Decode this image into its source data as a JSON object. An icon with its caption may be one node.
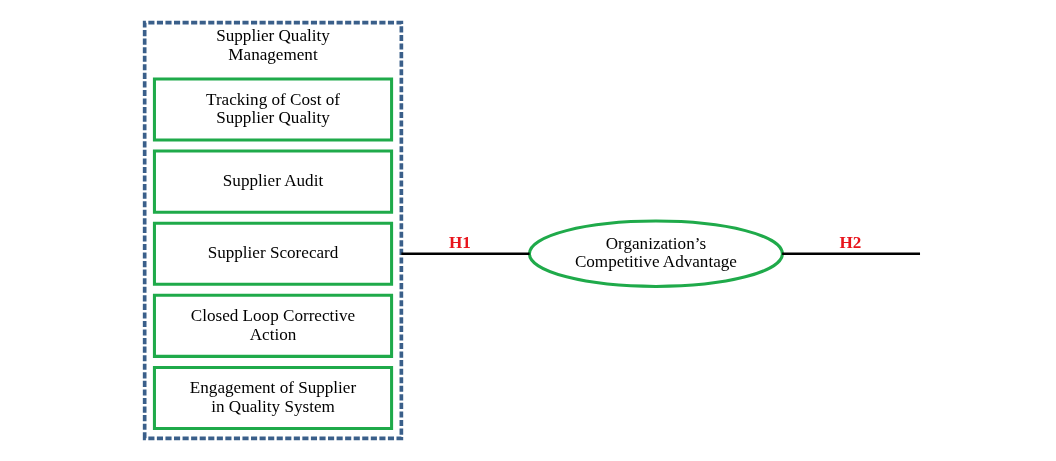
{
  "diagram": {
    "nodes": [
      {
        "text": [
          "Supplier Quality Management"
        ]
      },
      {
        "text": [
          "Tracking of Cost of Supplier Quality"
        ],
        "in": 0
      },
      {
        "text": [
          "Supplier Audit"
        ],
        "in": 0
      },
      {
        "text": [
          "Supplier Scorecard"
        ],
        "in": 0
      },
      {
        "text": [
          "Closed Loop Corrective Action"
        ],
        "in": 0
      },
      {
        "text": [
          "Engagement of Supplier in Quality System"
        ],
        "in": 0
      },
      {
        "text": [
          "Organization’s Competitive Advantage"
        ]
      }
    ],
    "edges": [
      {
        "from": 0,
        "to": 6,
        "arrow": "none",
        "label": "H1"
      },
      {
        "from": 6,
        "to": null,
        "arrow": "none",
        "label": "H2"
      }
    ]
  }
}
